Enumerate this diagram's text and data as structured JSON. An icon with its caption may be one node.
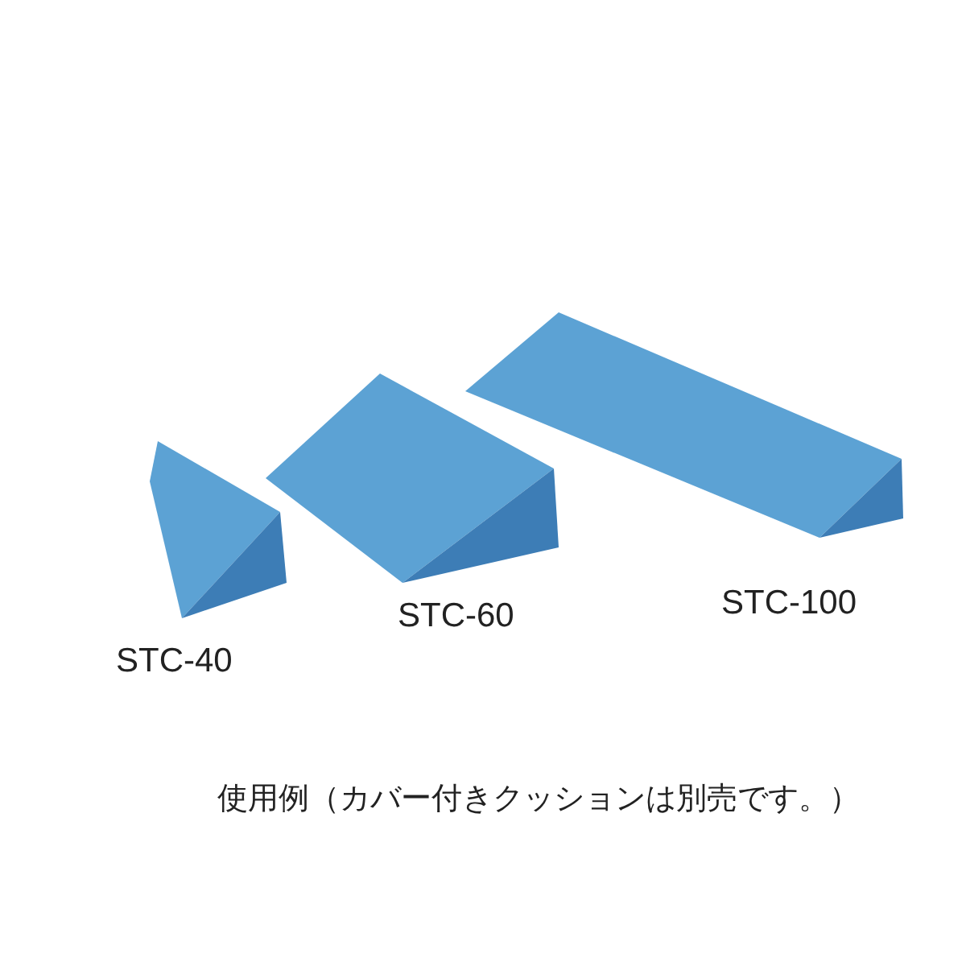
{
  "diagram": {
    "caption": "使用例（カバー付きクッションは別売です。）",
    "labels": [
      "STC-40",
      "STC-60",
      "STC-100"
    ]
  }
}
